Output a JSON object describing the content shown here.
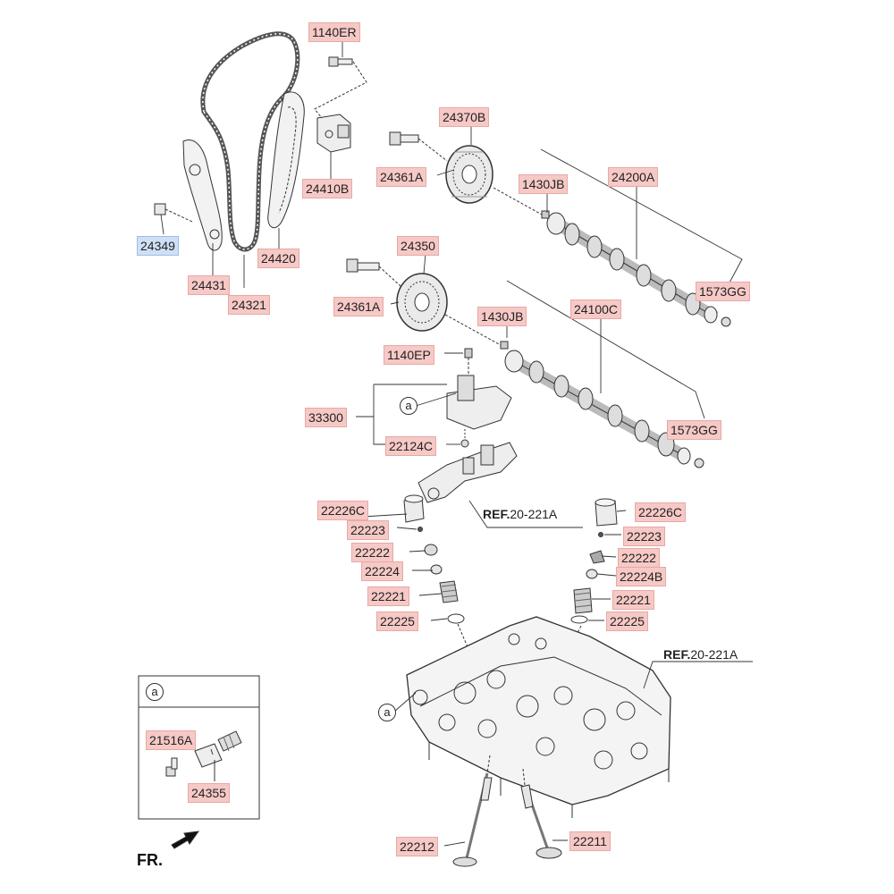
{
  "labels": {
    "p1140ER": "1140ER",
    "p24370B": "24370B",
    "p24410B": "24410B",
    "p24361A_top": "24361A",
    "p1430JB_top": "1430JB",
    "p24200A": "24200A",
    "p24349": "24349",
    "p24420": "24420",
    "p24431": "24431",
    "p24321": "24321",
    "p24350": "24350",
    "p24361A_mid": "24361A",
    "p1430JB_mid": "1430JB",
    "p24100C": "24100C",
    "p1573GG_top": "1573GG",
    "p1140EP": "1140EP",
    "p33300": "33300",
    "p22124C": "22124C",
    "p1573GG_mid": "1573GG",
    "p22226C_left": "22226C",
    "p22223_left": "22223",
    "p22222_left": "22222",
    "p22224": "22224",
    "p22221_left": "22221",
    "p22225_left": "22225",
    "p22226C_right": "22226C",
    "p22223_right": "22223",
    "p22222_right": "22222",
    "p22224B": "22224B",
    "p22221_right": "22221",
    "p22225_right": "22225",
    "p21516A": "21516A",
    "p24355": "24355",
    "p22212": "22212",
    "p22211": "22211"
  },
  "refs": {
    "ref1_bold": "REF.",
    "ref1_num": "20-221A",
    "ref2_bold": "REF.",
    "ref2_num": "20-221A"
  },
  "callouts": {
    "a1": "a",
    "a2": "a",
    "a_inset": "a"
  },
  "direction": {
    "fr": "FR."
  },
  "colors": {
    "label_bg": "#f6c9c6",
    "highlight_bg": "#cfe0f6",
    "line": "#333333"
  }
}
